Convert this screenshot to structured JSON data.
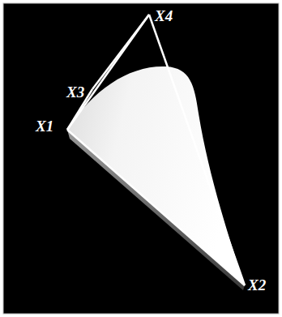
{
  "diagram": {
    "labels": [
      "X1",
      "X2",
      "X3",
      "X4"
    ]
  }
}
